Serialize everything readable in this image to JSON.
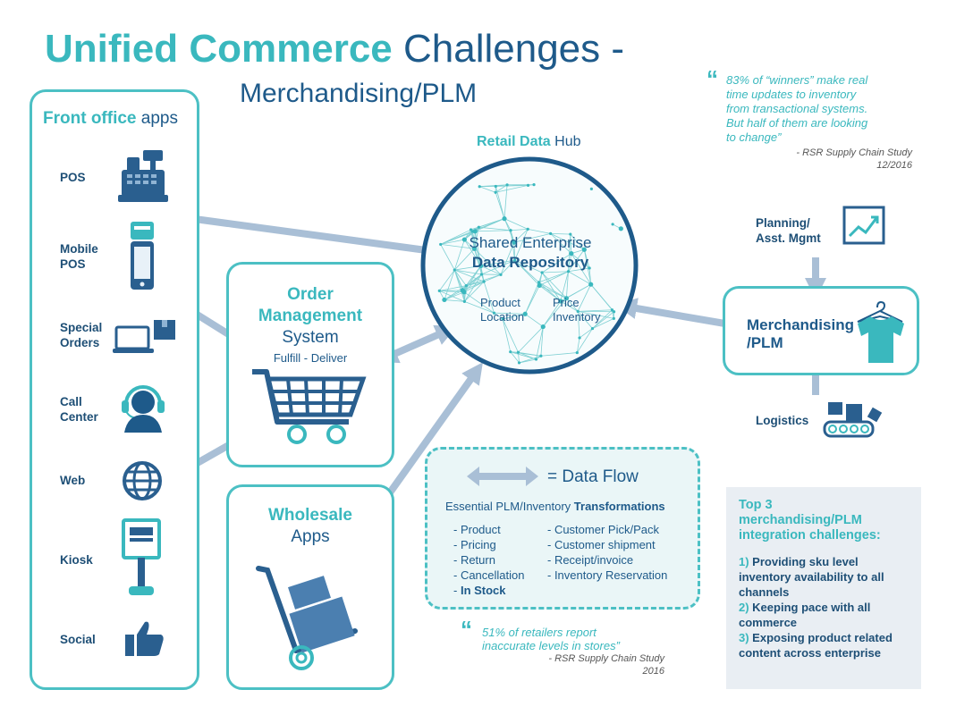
{
  "title": {
    "bold": "Unified Commerce",
    "rest": " Challenges -",
    "line2": "Merchandising/PLM"
  },
  "front_office": {
    "bold": "Front office",
    "rest": " apps"
  },
  "apps": [
    {
      "line1": "POS",
      "line2": ""
    },
    {
      "line1": "Mobile",
      "line2": "POS"
    },
    {
      "line1": "Special",
      "line2": "Orders"
    },
    {
      "line1": "Call",
      "line2": "Center"
    },
    {
      "line1": "Web",
      "line2": ""
    },
    {
      "line1": "Kiosk",
      "line2": ""
    },
    {
      "line1": "Social",
      "line2": ""
    }
  ],
  "hub": {
    "bold": "Retail Data",
    "rest": " Hub",
    "line1": "Shared Enterprise",
    "line2": "Data Repository",
    "product": "Product",
    "location": "Location",
    "price": "Price",
    "inventory": "Inventory"
  },
  "oms": {
    "line1": "Order",
    "line2": "Management",
    "line3": "System",
    "sub": "Fulfill - Deliver"
  },
  "wholesale": {
    "line1": "Wholesale",
    "line2": "Apps"
  },
  "merch": {
    "line1": "Merchandising",
    "line2": "/PLM"
  },
  "planning": {
    "line1": "Planning/",
    "line2": "Asst. Mgmt"
  },
  "logistics": "Logistics",
  "quote_top": {
    "text": "83% of “winners” make real\ntime updates to inventory\nfrom transactional systems.\nBut half of them are looking\nto change”",
    "source1": "- RSR Supply Chain Study",
    "source2": "12/2016"
  },
  "quote_bottom": {
    "text": "51% of retailers report\ninaccurate levels in stores”",
    "source1": "- RSR Supply Chain Study",
    "source2": "2016"
  },
  "dataflow": {
    "legend": "= Data Flow",
    "heading": "Essential PLM/Inventory ",
    "heading_bold": "Transformations",
    "left": [
      "- Product",
      "- Pricing",
      "- Return",
      "- Cancellation"
    ],
    "left_last_prefix": "- ",
    "left_last_bold": "In Stock",
    "right": [
      "- Customer Pick/Pack",
      "- Customer shipment",
      "- Receipt/invoice",
      "- Inventory Reservation"
    ]
  },
  "challenges": {
    "title": "Top 3\nmerchandising/PLM\nintegration challenges:",
    "items": [
      {
        "num": "1) ",
        "text": "Providing sku level inventory availability to all channels"
      },
      {
        "num": "2) ",
        "text": "Keeping pace with all commerce"
      },
      {
        "num": "3) ",
        "text": "Exposing product related content across enterprise"
      }
    ]
  },
  "colors": {
    "teal": "#3ab8be",
    "navy": "#1e5a8a",
    "arrow": "#a9bfd6",
    "box": "#4cc0c4"
  }
}
